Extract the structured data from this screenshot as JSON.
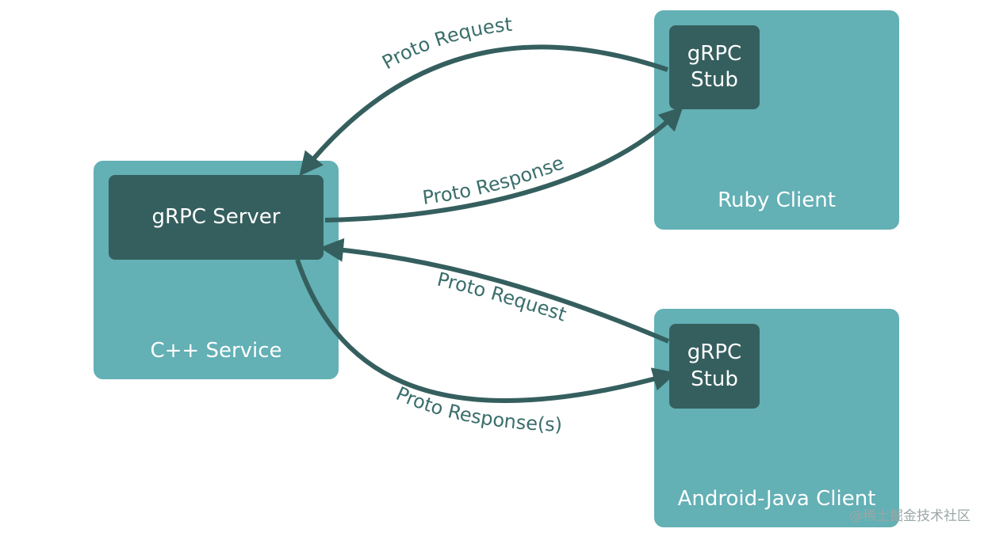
{
  "service": {
    "label": "C++ Service",
    "server_label": "gRPC Server"
  },
  "clients": [
    {
      "label": "Ruby Client",
      "stub_line1": "gRPC",
      "stub_line2": "Stub"
    },
    {
      "label": "Android-Java Client",
      "stub_line1": "gRPC",
      "stub_line2": "Stub"
    }
  ],
  "arrows": {
    "ruby_request": "Proto Request",
    "ruby_response": "Proto Response",
    "android_request": "Proto Request",
    "android_response": "Proto Response(s)"
  },
  "watermark": "@稀土掘金技术社区",
  "colors": {
    "outer_box": "#63b0b5",
    "inner_box": "#355f5e",
    "arrow": "#355f5e",
    "arrow_label": "#3a6e6b",
    "box_text": "#ffffff"
  }
}
